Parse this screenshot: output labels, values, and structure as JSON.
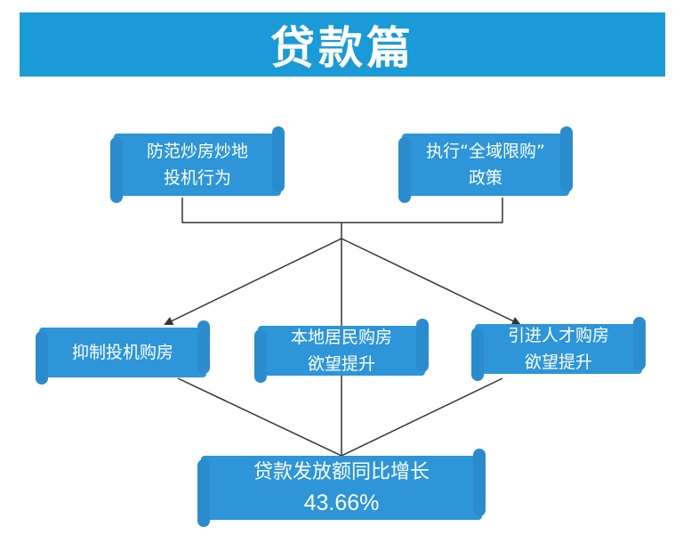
{
  "title": "贷款篇",
  "colors": {
    "title_bg": "#1a9ad6",
    "box_bg": "#2d95d8",
    "line": "#333333"
  },
  "causes": [
    {
      "lines": [
        "防范炒房炒地",
        "投机行为"
      ]
    },
    {
      "lines": [
        "执行“全域限购”",
        "政策"
      ]
    }
  ],
  "effects": [
    {
      "lines": [
        "抑制投机购房"
      ]
    },
    {
      "lines": [
        "本地居民购房",
        "欲望提升"
      ]
    },
    {
      "lines": [
        "引进人才购房",
        "欲望提升"
      ]
    }
  ],
  "result": {
    "label": "贷款发放额同比增长",
    "value": "43.66%"
  }
}
